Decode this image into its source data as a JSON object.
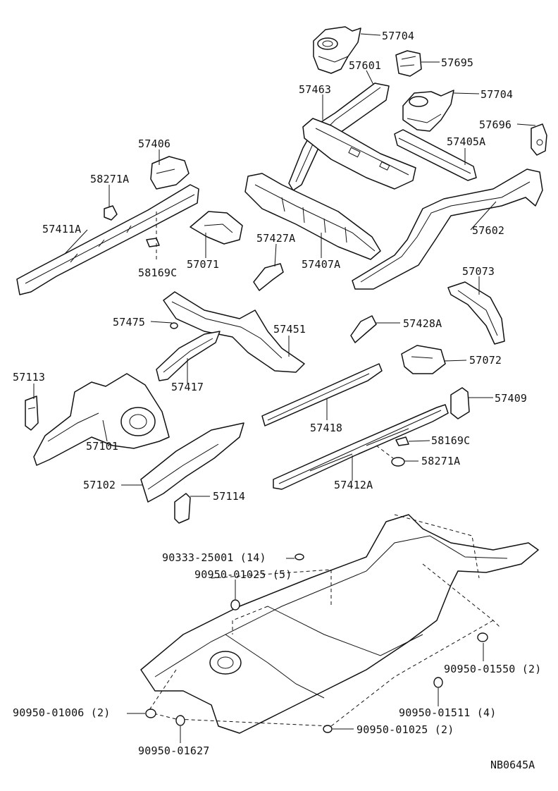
{
  "diagram": {
    "reference_code": "NB0645A",
    "callouts": [
      {
        "id": "c-57704-a",
        "text": "57704"
      },
      {
        "id": "c-57601",
        "text": "57601"
      },
      {
        "id": "c-57695",
        "text": "57695"
      },
      {
        "id": "c-57463",
        "text": "57463"
      },
      {
        "id": "c-57704-b",
        "text": "57704"
      },
      {
        "id": "c-57696",
        "text": "57696"
      },
      {
        "id": "c-57406",
        "text": "57406"
      },
      {
        "id": "c-57405a",
        "text": "57405A"
      },
      {
        "id": "c-58271a-a",
        "text": "58271A"
      },
      {
        "id": "c-57602",
        "text": "57602"
      },
      {
        "id": "c-57411a",
        "text": "57411A"
      },
      {
        "id": "c-57427a",
        "text": "57427A"
      },
      {
        "id": "c-57071",
        "text": "57071"
      },
      {
        "id": "c-57407a",
        "text": "57407A"
      },
      {
        "id": "c-58169c-a",
        "text": "58169C"
      },
      {
        "id": "c-57073",
        "text": "57073"
      },
      {
        "id": "c-57475",
        "text": "57475"
      },
      {
        "id": "c-57451",
        "text": "57451"
      },
      {
        "id": "c-57428a",
        "text": "57428A"
      },
      {
        "id": "c-57113",
        "text": "57113"
      },
      {
        "id": "c-57417",
        "text": "57417"
      },
      {
        "id": "c-57072",
        "text": "57072"
      },
      {
        "id": "c-57409",
        "text": "57409"
      },
      {
        "id": "c-57101",
        "text": "57101"
      },
      {
        "id": "c-57418",
        "text": "57418"
      },
      {
        "id": "c-58169c-b",
        "text": "58169C"
      },
      {
        "id": "c-58271a-b",
        "text": "58271A"
      },
      {
        "id": "c-57102",
        "text": "57102"
      },
      {
        "id": "c-57412a",
        "text": "57412A"
      },
      {
        "id": "c-57114",
        "text": "57114"
      },
      {
        "id": "c-90333-25001",
        "text": "90333-25001 (14)"
      },
      {
        "id": "c-90950-01025-5",
        "text": "90950-01025 (5)"
      },
      {
        "id": "c-90950-01550",
        "text": "90950-01550 (2)"
      },
      {
        "id": "c-90950-01006",
        "text": "90950-01006 (2)"
      },
      {
        "id": "c-90950-01511",
        "text": "90950-01511 (4)"
      },
      {
        "id": "c-90950-01025-2",
        "text": "90950-01025 (2)"
      },
      {
        "id": "c-90950-01627",
        "text": "90950-01627"
      }
    ]
  }
}
